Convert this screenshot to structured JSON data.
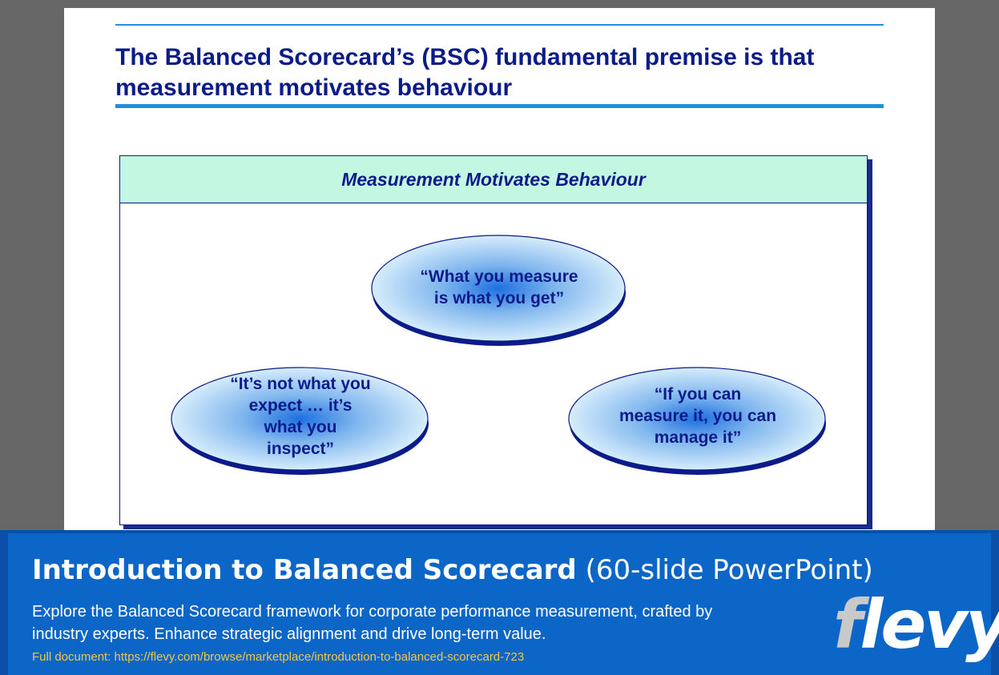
{
  "slide": {
    "title": "The Balanced Scorecard’s (BSC) fundamental premise is that measurement motivates behaviour",
    "panel_header": "Measurement Motivates Behaviour",
    "bubbles": {
      "top": "“What you measure is what you get”",
      "left": "“It’s not what you expect … it’s what you inspect”",
      "right": "“If you can measure it, you can manage it”"
    }
  },
  "footer": {
    "title_bold": "Introduction to Balanced Scorecard",
    "title_light": "(60-slide PowerPoint)",
    "description": "Explore the Balanced Scorecard framework for corporate performance measurement, crafted by industry experts. Enhance strategic alignment and drive long-term value.",
    "link": "Full document: https://flevy.com/browse/marketplace/introduction-to-balanced-scorecard-723",
    "logo_first": "f",
    "logo_rest": "levy"
  },
  "colors": {
    "title_blue": "#0b1b8a",
    "accent_rule": "#1e90e0",
    "panel_header_bg": "#c3f7e2",
    "footer_bg": "#0b66c8",
    "link_yellow": "#f2c744"
  }
}
